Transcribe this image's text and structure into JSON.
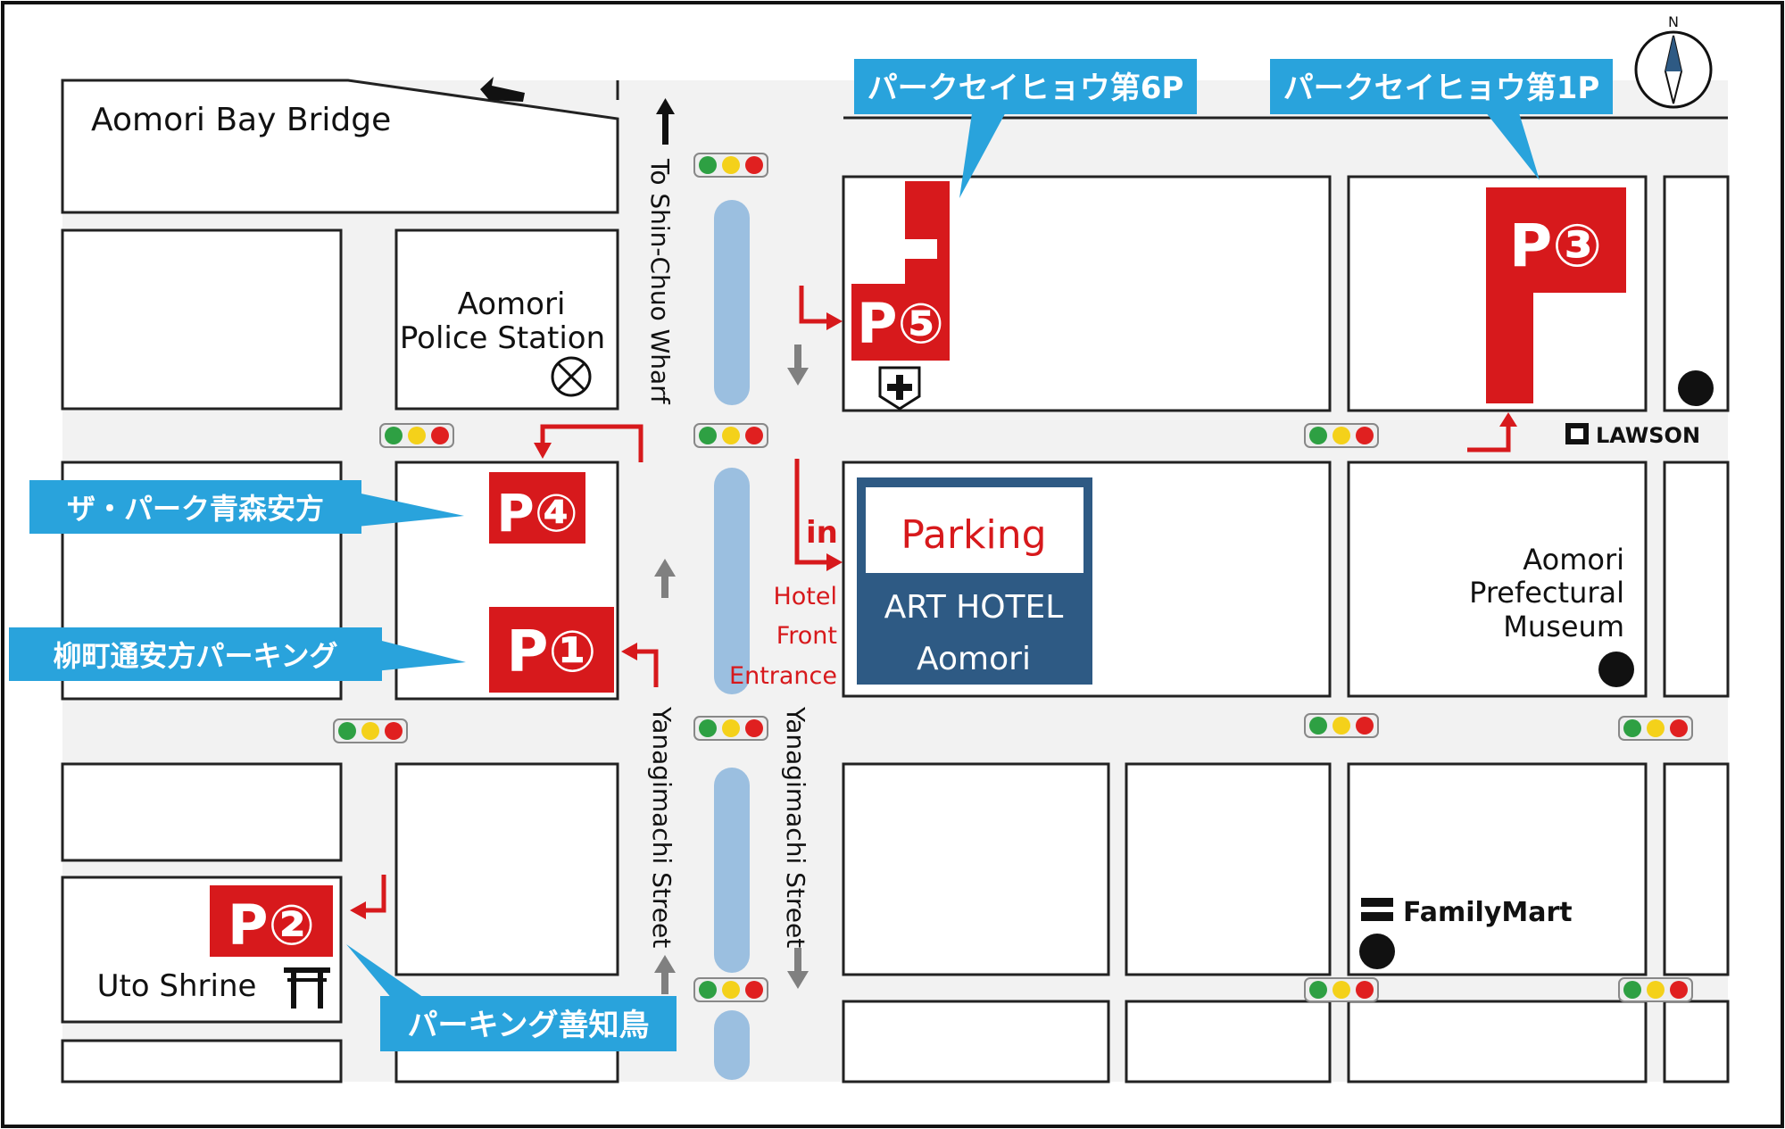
{
  "landmarks": {
    "bay_bridge": "Aomori Bay Bridge",
    "police_line1": "Aomori",
    "police_line2": "Police Station",
    "shrine": "Uto Shrine",
    "museum_line1": "Aomori",
    "museum_line2": "Prefectural",
    "museum_line3": "Museum",
    "lawson": "LAWSON",
    "familymart": "FamilyMart",
    "north": "N"
  },
  "streets": {
    "wharf": "To Shin-Chuo Wharf",
    "yanagimachi_left": "Yanagimachi Street",
    "yanagimachi_right": "Yanagimachi Street"
  },
  "hotel": {
    "parking_label": "Parking",
    "name_line1": "ART HOTEL",
    "name_line2": "Aomori",
    "in_label": "in",
    "front_line1": "Hotel",
    "front_line2": "Front",
    "front_line3": "Entrance"
  },
  "parking": {
    "p1": "P①",
    "p2": "P②",
    "p3": "P③",
    "p4": "P④",
    "p5": "P⑤"
  },
  "callouts": {
    "park6p": "パークセイヒョウ第6P",
    "park1p": "パークセイヒョウ第1P",
    "the_park": "ザ・パーク青森安方",
    "yanagi_parking": "柳町通安方パーキング",
    "zenchidori": "パーキング善知鳥"
  },
  "colors": {
    "parking_red": "#d7191c",
    "callout_blue": "#29a3dc",
    "hotel_navy": "#2e5a84",
    "median_blue": "#9bbfe0",
    "road_gray": "#f2f2f2",
    "arrow_gray": "#808080"
  },
  "icons": [
    "police-box-icon",
    "hospital-icon",
    "torii-icon",
    "lawson-logo-icon",
    "familymart-logo-icon",
    "north-arrow-icon",
    "traffic-light-icon",
    "bus-stop-dot-icon"
  ]
}
